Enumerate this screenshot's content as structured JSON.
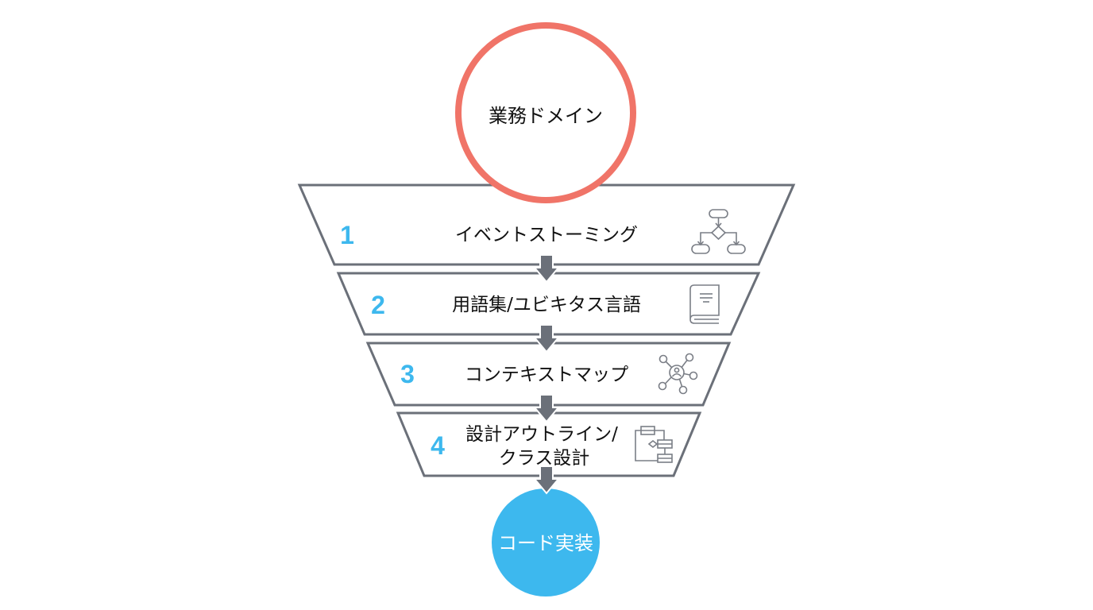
{
  "colors": {
    "domain_circle_stroke": "#F07468",
    "step_number": "#3DB8EE",
    "code_circle_fill": "#3DB8EE",
    "outline": "#6B7079",
    "arrow": "#6B7079",
    "text": "#111111",
    "code_text": "#FFFFFF"
  },
  "start": {
    "label": "業務ドメイン"
  },
  "steps": [
    {
      "number": "1",
      "label": "イベントストーミング",
      "icon": "flowchart-icon"
    },
    {
      "number": "2",
      "label": "用語集/ユビキタス言語",
      "icon": "book-icon"
    },
    {
      "number": "3",
      "label": "コンテキストマップ",
      "icon": "network-hub-icon"
    },
    {
      "number": "4",
      "label_line1": "設計アウトライン/",
      "label_line2": "クラス設計",
      "icon": "class-diagram-icon"
    }
  ],
  "end": {
    "label": "コード実装"
  }
}
